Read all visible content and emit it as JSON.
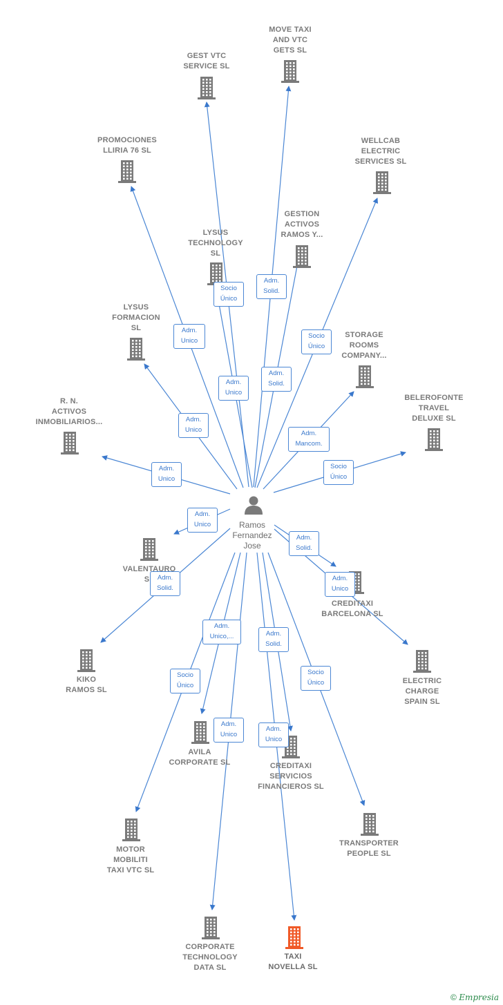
{
  "center": {
    "name": "Ramos\nFernandez\nJose"
  },
  "colors": {
    "edge": "#4a86d4",
    "node": "#7a7a7a",
    "highlight": "#f05a28"
  },
  "nodes": [
    {
      "id": "move-taxi",
      "label": "MOVE TAXI\nAND VTC\nGETS  SL"
    },
    {
      "id": "gest-vtc",
      "label": "GEST VTC\nSERVICE  SL"
    },
    {
      "id": "promociones-lliria",
      "label": "PROMOCIONES\nLLIRIA 76 SL"
    },
    {
      "id": "wellcab",
      "label": "WELLCAB\nELECTRIC\nSERVICES  SL"
    },
    {
      "id": "gestion-activos",
      "label": "GESTION\nACTIVOS\nRAMOS Y..."
    },
    {
      "id": "lysus-technology",
      "label": "LYSUS\nTECHNOLOGY\nSL"
    },
    {
      "id": "lysus-formacion",
      "label": "LYSUS\nFORMACION\nSL"
    },
    {
      "id": "storage-rooms",
      "label": "STORAGE\nROOMS\nCOMPANY..."
    },
    {
      "id": "belerofonte",
      "label": "BELEROFONTE\nTRAVEL\nDELUXE  SL"
    },
    {
      "id": "rn-activos",
      "label": "R. N.\nACTIVOS\nINMOBILIARIOS..."
    },
    {
      "id": "valentauro",
      "label": "VALENTAURO\nSL"
    },
    {
      "id": "creditaxi-bcn",
      "label": "CREDITAXI\nBARCELONA SL"
    },
    {
      "id": "electric-charge",
      "label": "ELECTRIC\nCHARGE\nSPAIN  SL"
    },
    {
      "id": "kiko-ramos",
      "label": "KIKO\nRAMOS SL"
    },
    {
      "id": "avila-corporate",
      "label": "AVILA\nCORPORATE SL"
    },
    {
      "id": "creditaxi-servicios",
      "label": "CREDITAXI\nSERVICIOS\nFINANCIEROS SL"
    },
    {
      "id": "transporter-people",
      "label": "TRANSPORTER\nPEOPLE  SL"
    },
    {
      "id": "motor-mobiliti",
      "label": "MOTOR\nMOBILITI\nTAXI VTC  SL"
    },
    {
      "id": "corporate-technology",
      "label": "CORPORATE\nTECHNOLOGY\nDATA SL"
    },
    {
      "id": "taxi-novella",
      "label": "TAXI\nNOVELLA  SL",
      "highlight": true
    }
  ],
  "badges": [
    {
      "for": "lysus-technology",
      "label": "Socio\nÚnico"
    },
    {
      "for": "gestion-activos",
      "label": "Adm.\nSolid."
    },
    {
      "for": "promociones-lliria",
      "label": "Adm.\nUnico"
    },
    {
      "for": "wellcab",
      "label": "Socio\nÚnico"
    },
    {
      "for": "gest-vtc",
      "label": "Adm.\nUnico"
    },
    {
      "for": "move-taxi",
      "label": "Adm.\nSolid."
    },
    {
      "for": "lysus-formacion",
      "label": "Adm.\nUnico"
    },
    {
      "for": "storage-rooms",
      "label": "Adm.\nMancom."
    },
    {
      "for": "belerofonte",
      "label": "Socio\nÚnico"
    },
    {
      "for": "rn-activos",
      "label": "Adm.\nUnico"
    },
    {
      "for": "valentauro",
      "label": "Adm.\nUnico"
    },
    {
      "for": "creditaxi-bcn",
      "label": "Adm.\nSolid."
    },
    {
      "for": "electric-charge",
      "label": "Adm.\nUnico"
    },
    {
      "for": "kiko-ramos",
      "label": "Adm.\nSolid."
    },
    {
      "for": "avila-corporate",
      "label": "Adm.\nUnico,..."
    },
    {
      "for": "creditaxi-servicios",
      "label": "Adm.\nSolid."
    },
    {
      "for": "motor-mobiliti",
      "label": "Socio\nÚnico"
    },
    {
      "for": "transporter-people",
      "label": "Socio\nÚnico"
    },
    {
      "for": "corporate-technology",
      "label": "Adm.\nUnico"
    },
    {
      "for": "taxi-novella",
      "label": "Adm.\nUnico"
    }
  ],
  "footer": {
    "brand": "Empresia"
  }
}
